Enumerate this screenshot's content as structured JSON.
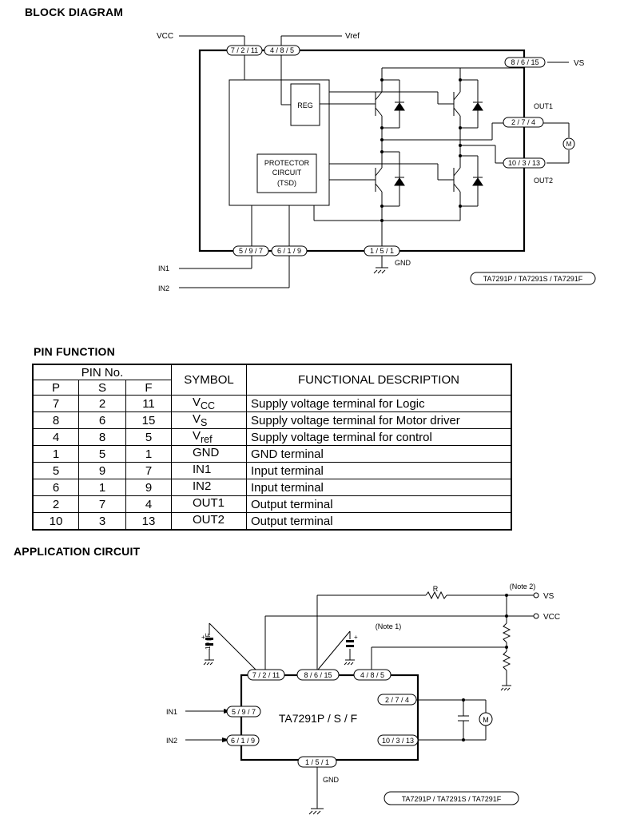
{
  "block_diagram": {
    "title": "BLOCK DIAGRAM",
    "vcc_label": "VCC",
    "vref_label": "Vref",
    "vs_label": "VS",
    "pin_vcc": "7 / 2 / 11",
    "pin_vref": "4 / 8 / 5",
    "pin_vs": "8 / 6 / 15",
    "pin_out1": "2 / 7 / 4",
    "pin_out2": "10 / 3 / 13",
    "pin_in1": "5 / 9 / 7",
    "pin_in2": "6 / 1 / 9",
    "pin_gnd": "1 / 5 / 1",
    "reg_label": "REG",
    "protector_line1": "PROTECTOR",
    "protector_line2": "CIRCUIT",
    "protector_line3": "(TSD)",
    "out1_label": "OUT1",
    "out2_label": "OUT2",
    "motor_label": "M",
    "gnd_label": "GND",
    "in1_label": "IN1",
    "in2_label": "IN2",
    "part_label": "TA7291P / TA7291S / TA7291F"
  },
  "pin_function": {
    "title": "PIN FUNCTION",
    "header_pin_no": "PIN No.",
    "header_p": "P",
    "header_s": "S",
    "header_f": "F",
    "header_symbol": "SYMBOL",
    "header_description": "FUNCTIONAL DESCRIPTION",
    "rows": [
      {
        "p": "7",
        "s": "2",
        "f": "11",
        "sym_main": "V",
        "sym_sub": "CC",
        "desc": "Supply voltage terminal for Logic"
      },
      {
        "p": "8",
        "s": "6",
        "f": "15",
        "sym_main": "V",
        "sym_sub": "S",
        "desc": "Supply voltage terminal for Motor driver"
      },
      {
        "p": "4",
        "s": "8",
        "f": "5",
        "sym_main": "V",
        "sym_sub": "ref",
        "desc": "Supply voltage terminal for control"
      },
      {
        "p": "1",
        "s": "5",
        "f": "1",
        "sym_main": "GND",
        "sym_sub": "",
        "desc": "GND terminal"
      },
      {
        "p": "5",
        "s": "9",
        "f": "7",
        "sym_main": "IN1",
        "sym_sub": "",
        "desc": "Input terminal"
      },
      {
        "p": "6",
        "s": "1",
        "f": "9",
        "sym_main": "IN2",
        "sym_sub": "",
        "desc": "Input terminal"
      },
      {
        "p": "2",
        "s": "7",
        "f": "4",
        "sym_main": "OUT1",
        "sym_sub": "",
        "desc": "Output terminal"
      },
      {
        "p": "10",
        "s": "3",
        "f": "13",
        "sym_main": "OUT2",
        "sym_sub": "",
        "desc": "Output terminal"
      }
    ]
  },
  "application_circuit": {
    "title": "APPLICATION CIRCUIT",
    "r_label": "R",
    "note2": "(Note 2)",
    "note1": "(Note 1)",
    "vs_label": "VS",
    "vcc_label": "VCC",
    "cap_label": "10 μF",
    "pin_vcc": "7 / 2 / 11",
    "pin_vs": "8 / 6 / 15",
    "pin_vref": "4 / 8 / 5",
    "pin_in1": "5 / 9 / 7",
    "pin_in2": "6 / 1 / 9",
    "pin_out1": "2 / 7 / 4",
    "pin_out2": "10 / 3 / 13",
    "pin_gnd": "1 / 5 / 1",
    "chip_label": "TA7291P / S / F",
    "in1_label": "IN1",
    "in2_label": "IN2",
    "gnd_label": "GND",
    "motor_label": "M",
    "part_label": "TA7291P / TA7291S / TA7291F"
  }
}
